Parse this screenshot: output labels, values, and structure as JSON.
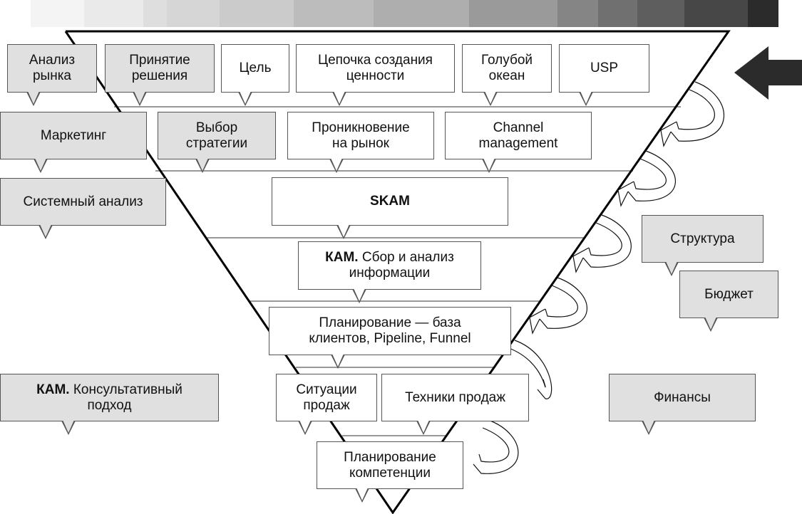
{
  "gradient_strip": {
    "colors": [
      "#ffffff",
      "#f4f4f4",
      "#eaeaea",
      "#dedede",
      "#d6d6d6",
      "#cbcbcb",
      "#bcbcbc",
      "#aeaeae",
      "#9a9a9a",
      "#858585",
      "#707070",
      "#5e5e5e",
      "#474747",
      "#2b2b2b"
    ]
  },
  "funnel": {
    "levels": [
      {
        "boxes": [
          {
            "id": "analiz-rynka",
            "text": "Анализ рынка",
            "style": "gray"
          },
          {
            "id": "prinyatie-resheniya",
            "text": "Принятие решения",
            "style": "gray"
          },
          {
            "id": "tsel",
            "text": "Цель",
            "style": "white"
          },
          {
            "id": "tsepochka",
            "text": "Цепочка создания ценности",
            "style": "white"
          },
          {
            "id": "goluboy-okean",
            "text": "Голубой океан",
            "style": "white"
          },
          {
            "id": "usp",
            "text": "USP",
            "style": "white"
          }
        ]
      },
      {
        "boxes": [
          {
            "id": "marketing",
            "text": "Маркетинг",
            "style": "gray"
          },
          {
            "id": "vybor-strategii",
            "text": "Выбор стратегии",
            "style": "gray"
          },
          {
            "id": "proniknovenie",
            "text": "Проникновение на рынок",
            "style": "white"
          },
          {
            "id": "channel-management",
            "text": "Channel management",
            "style": "white"
          }
        ]
      },
      {
        "boxes": [
          {
            "id": "sistemny-analiz",
            "text": "Системный анализ",
            "style": "gray"
          },
          {
            "id": "skam",
            "text": "SKAM",
            "style": "white",
            "bold": true
          }
        ]
      },
      {
        "boxes": [
          {
            "id": "kam-sbor",
            "bold_prefix": "КАМ.",
            "text": "Сбор и анализ информации",
            "style": "white"
          }
        ]
      },
      {
        "boxes": [
          {
            "id": "planirovanie-baza",
            "text": "Планирование — база клиентов, Pipeline, Funnel",
            "style": "white"
          }
        ]
      },
      {
        "boxes": [
          {
            "id": "kam-konsult",
            "bold_prefix": "КАМ.",
            "text": "Консультативный подход",
            "style": "gray"
          },
          {
            "id": "situatsii-prodazh",
            "text": "Ситуации продаж",
            "style": "white"
          },
          {
            "id": "tekhniki-prodazh",
            "text": "Техники продаж",
            "style": "white"
          }
        ]
      },
      {
        "boxes": [
          {
            "id": "planirovanie-kompetentsii",
            "text": "Планирование компетенции",
            "style": "white"
          }
        ]
      }
    ],
    "side_boxes": [
      {
        "id": "struktura",
        "text": "Структура",
        "style": "gray"
      },
      {
        "id": "byudzhet",
        "text": "Бюджет",
        "style": "gray"
      },
      {
        "id": "finansy",
        "text": "Финансы",
        "style": "gray"
      }
    ]
  },
  "labels": {
    "analiz_rynka": [
      "Анализ",
      "рынка"
    ],
    "prinyatie": [
      "Принятие",
      "решения"
    ],
    "tsel": "Цель",
    "tsepochka": [
      "Цепочка создания",
      "ценности"
    ],
    "goluboy": [
      "Голубой",
      "океан"
    ],
    "usp": "USP",
    "marketing": "Маркетинг",
    "vybor": [
      "Выбор",
      "стратегии"
    ],
    "proniknovenie": [
      "Проникновение",
      "на рынок"
    ],
    "channel": [
      "Channel",
      "management"
    ],
    "sistemny": "Системный анализ",
    "skam": "SKAM",
    "kam_sbor_bold": "КАМ.",
    "kam_sbor_1": " Сбор и анализ",
    "kam_sbor_2": "информации",
    "plan_baza_1": "Планирование — база",
    "plan_baza_2": "клиентов, Pipeline, Funnel",
    "struktura": "Структура",
    "byudzhet": "Бюджет",
    "kam_konsult_bold": "КАМ.",
    "kam_konsult_1": " Консультативный",
    "kam_konsult_2": "подход",
    "situatsii": [
      "Ситуации",
      "продаж"
    ],
    "tekhniki": "Техники продаж",
    "finansy": "Финансы",
    "plan_komp": [
      "Планирование",
      "компетенции"
    ]
  },
  "colors": {
    "gray_box": "#e0e0e0",
    "white_box": "#ffffff",
    "arrow_fill": "#2b2b2b",
    "funnel_line": "#000000"
  },
  "icons": {
    "input_arrow": "big-left-arrow-icon",
    "loop_arrows": "curved-feedback-arrow-icon"
  }
}
